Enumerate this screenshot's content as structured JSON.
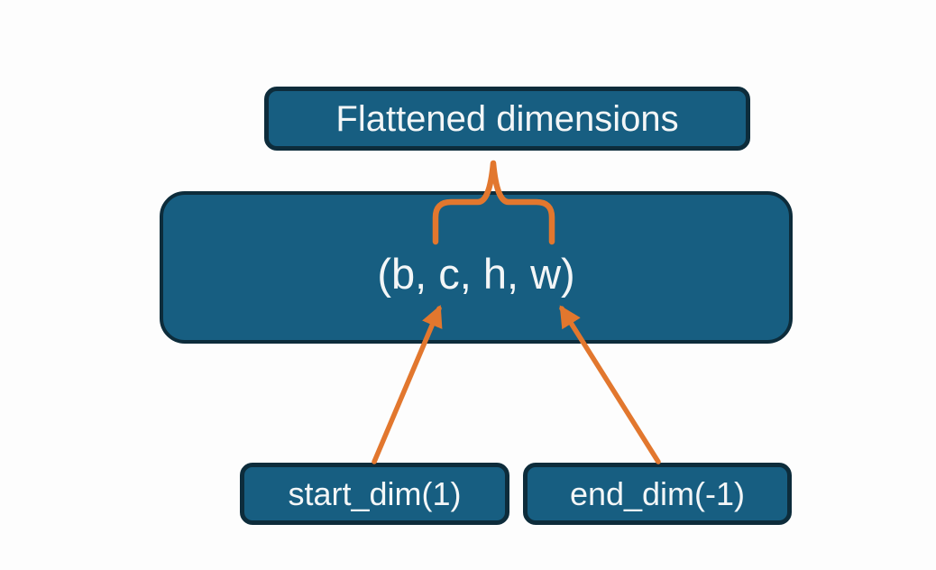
{
  "diagram": {
    "title": "tensor flatten dimensions diagram",
    "nodes": {
      "flattened": {
        "label": "Flattened dimensions"
      },
      "tensor": {
        "label": "(b, c, h, w)"
      },
      "start_dim": {
        "label": "start_dim(1)"
      },
      "end_dim": {
        "label": "end_dim(-1)"
      }
    },
    "annotations": {
      "brace": "curly brace grouping the flattened dims (c, h, w) linked to the Flattened dimensions box",
      "start_dim_arrow": "arrow from start_dim(1) box pointing to dim c",
      "end_dim_arrow": "arrow from end_dim(-1) box pointing to dim w"
    }
  },
  "colors": {
    "canvas_bg": "#fdfdfd",
    "node_fill": "#175e81",
    "node_border": "#0d2c3b",
    "label_text": "#f3f6f7",
    "accent_orange": "#e2772e"
  }
}
